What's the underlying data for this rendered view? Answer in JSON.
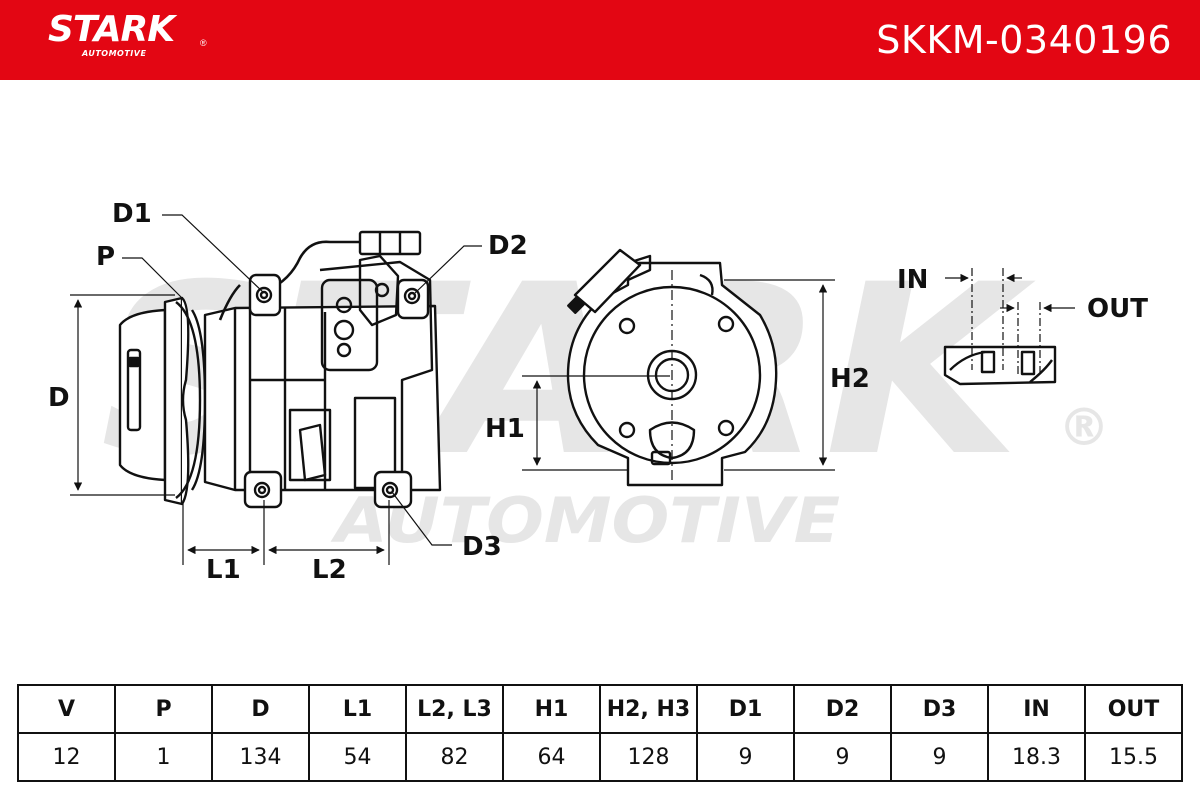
{
  "brand": {
    "name": "STARK",
    "tagline": "AUTOMOTIVE",
    "registered": "®",
    "color": "#e30613"
  },
  "part_number": "SKKM-0340196",
  "watermark": {
    "main": "STARK",
    "sub": "AUTOMOTIVE",
    "registered": "®"
  },
  "diagram": {
    "labels": {
      "d1": "D1",
      "p": "P",
      "d": "D",
      "d2": "D2",
      "d3": "D3",
      "l1": "L1",
      "l2": "L2",
      "h1": "H1",
      "h2": "H2",
      "in": "IN",
      "out": "OUT"
    }
  },
  "spec_table": {
    "headers": [
      "V",
      "P",
      "D",
      "L1",
      "L2, L3",
      "H1",
      "H2, H3",
      "D1",
      "D2",
      "D3",
      "IN",
      "OUT"
    ],
    "values": [
      "12",
      "1",
      "134",
      "54",
      "82",
      "64",
      "128",
      "9",
      "9",
      "9",
      "18.3",
      "15.5"
    ]
  }
}
